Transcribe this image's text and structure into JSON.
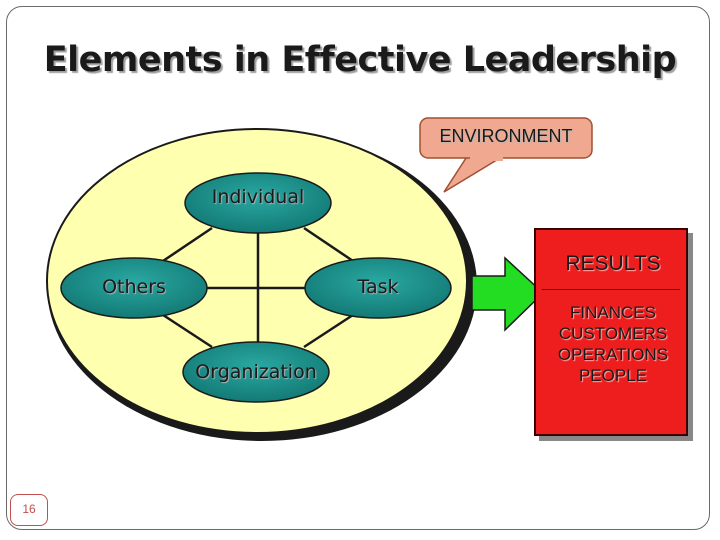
{
  "slide": {
    "title": "Elements in Effective Leadership",
    "page_number": "16"
  },
  "diagram": {
    "environment_label": "ENVIRONMENT",
    "nodes": {
      "top": "Individual",
      "left": "Others",
      "right": "Task",
      "bottom": "Organization"
    },
    "results": {
      "title": "RESULTS",
      "items": [
        "FINANCES",
        "CUSTOMERS",
        "OPERATIONS",
        "PEOPLE"
      ]
    }
  },
  "colors": {
    "environment_fill": "#ffffb0",
    "node_fill": "#1f8f8a",
    "callout_fill": "#f0a890",
    "arrow_fill": "#22dd22",
    "results_fill": "#ee1e1e",
    "page_badge": "#c0504d"
  }
}
